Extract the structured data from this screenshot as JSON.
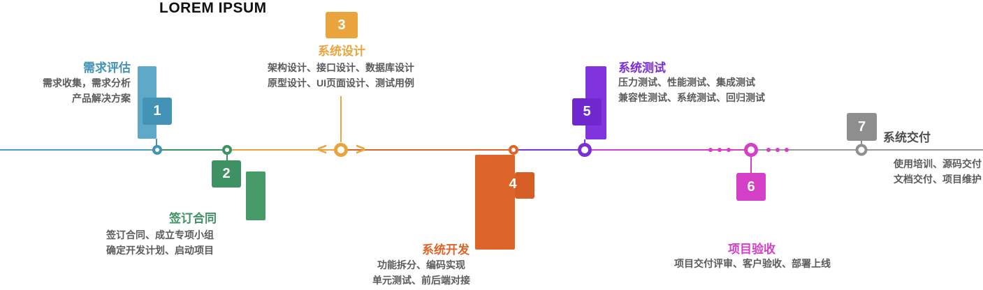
{
  "header": {
    "title": "LOREM IPSUM"
  },
  "icons": {
    "chevron_left": "<",
    "chevron_right": ">"
  },
  "colors": {
    "stage1": "#4293B6",
    "stage2": "#3E9163",
    "stage3": "#E9A43E",
    "stage4": "#DE6529",
    "stage5": "#7A2ED8",
    "stage6": "#D33FC7",
    "stage7": "#8F8F8F",
    "body_text": "#5a5b5d"
  },
  "stages": [
    {
      "number": "1",
      "title": "需求评估",
      "lines": [
        "需求收集，需求分析",
        "产品解决方案"
      ],
      "color": "#4293B6"
    },
    {
      "number": "2",
      "title": "签订合同",
      "lines": [
        "签订合同、成立专项小组",
        "确定开发计划、启动项目"
      ],
      "color": "#3E9163"
    },
    {
      "number": "3",
      "title": "系统设计",
      "lines": [
        "架构设计、接口设计、数据库设计",
        "原型设计、UI页面设计、测试用例"
      ],
      "color": "#E9A43E"
    },
    {
      "number": "4",
      "title": "系统开发",
      "lines": [
        "功能拆分、编码实现",
        "单元测试、前后端对接"
      ],
      "color": "#DE6529"
    },
    {
      "number": "5",
      "title": "系统测试",
      "lines": [
        "压力测试、性能测试、集成测试",
        "兼容性测试、系统测试、回归测试"
      ],
      "color": "#7A2ED8"
    },
    {
      "number": "6",
      "title": "项目验收",
      "lines": [
        "项目交付评审、客户验收、部署上线"
      ],
      "color": "#D33FC7"
    },
    {
      "number": "7",
      "title": "系统交付",
      "lines": [
        "使用培训、源码交付",
        "文档交付、项目维护"
      ],
      "color": "#8F8F8F"
    }
  ]
}
